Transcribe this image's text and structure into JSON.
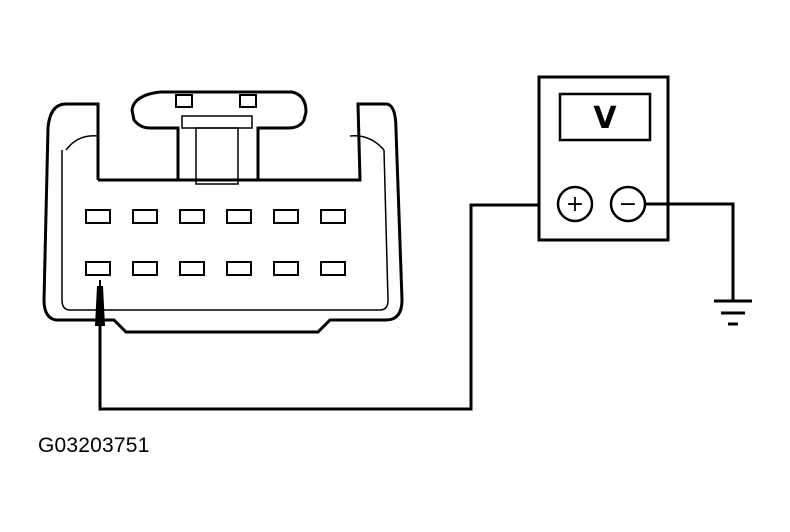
{
  "figure": {
    "id": "G03203751"
  },
  "meter": {
    "display": "V",
    "positive_sign": "+",
    "negative_sign": "−"
  },
  "icons": {
    "connector": "multi-pin-connector-icon",
    "probe": "back-probe-icon",
    "voltmeter": "voltmeter-icon",
    "ground": "ground-symbol-icon"
  },
  "connector": {
    "rows": 2,
    "pins_per_row": 6,
    "probed_pin": {
      "row": 2,
      "position": 1
    }
  }
}
